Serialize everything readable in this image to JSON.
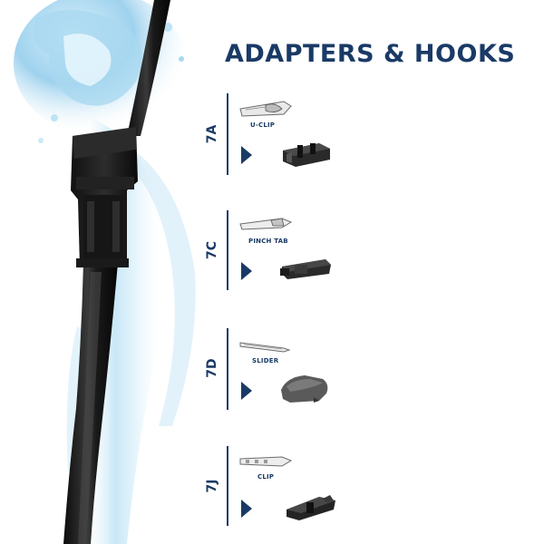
{
  "title": "ADAPTERS & HOOKS",
  "colors": {
    "brand_navy": "#1a3a66",
    "water_blue": "#9fd2ee",
    "blade_black": "#1b1b1b"
  },
  "sections": [
    {
      "code": "7A",
      "hook_name": "U-CLIP",
      "hook_icon": "u-clip-hook-icon",
      "adapter_icon": "u-clip-adapter-icon"
    },
    {
      "code": "7C",
      "hook_name": "PINCH TAB",
      "hook_icon": "pinch-tab-hook-icon",
      "adapter_icon": "pinch-tab-adapter-icon"
    },
    {
      "code": "7D",
      "hook_name": "SLIDER",
      "hook_icon": "slider-hook-icon",
      "adapter_icon": "slider-adapter-icon"
    },
    {
      "code": "7J",
      "hook_name": "CLIP",
      "hook_icon": "clip-hook-icon",
      "adapter_icon": "clip-adapter-icon"
    }
  ]
}
